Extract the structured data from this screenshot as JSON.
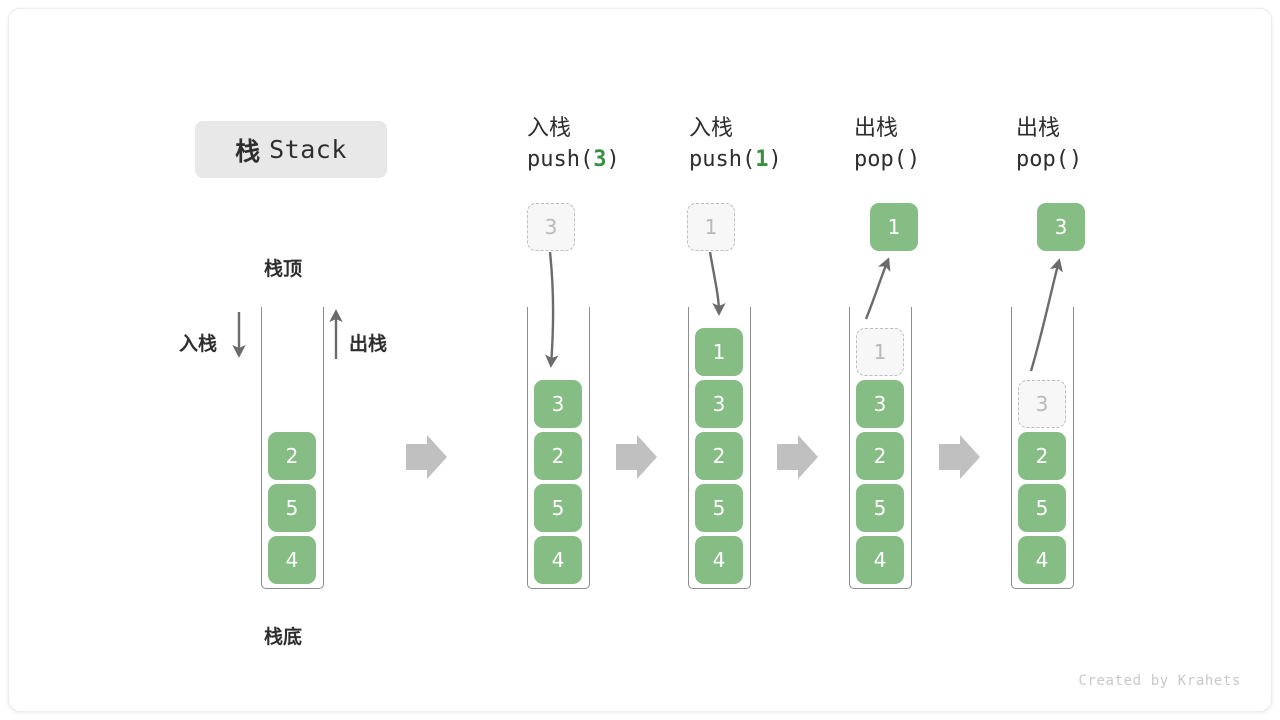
{
  "title": {
    "cn": "栈",
    "en": "Stack"
  },
  "labels": {
    "top": "栈顶",
    "bottom": "栈底",
    "push_side": "入栈",
    "pop_side": "出栈"
  },
  "footer": "Created by Krahets",
  "colors": {
    "element": "#86bd85",
    "element_text": "#ffffff",
    "ghost_fill": "#f7f7f7",
    "ghost_border": "#bdbdbd",
    "ghost_text": "#b9b9b9",
    "badge_bg": "#e8e8e8",
    "arrow_gray": "#c0c0c0",
    "stroke": "#8c8c8c",
    "accent_green": "#3a8f43",
    "text": "#2e2e2e"
  },
  "stages": [
    {
      "id": "initial",
      "op_cn": "",
      "op_code": "",
      "code_prefix": "",
      "code_arg": "",
      "code_suffix": "",
      "stack": [
        "2",
        "5",
        "4"
      ],
      "floating": null,
      "ghost_in_stack": null
    },
    {
      "id": "push-3",
      "op_cn": "入栈",
      "op_code": "push(3)",
      "code_prefix": "push(",
      "code_arg": "3",
      "code_suffix": ")",
      "stack": [
        "3",
        "2",
        "5",
        "4"
      ],
      "floating": {
        "value": "3",
        "style": "ghost"
      },
      "ghost_in_stack": null
    },
    {
      "id": "push-1",
      "op_cn": "入栈",
      "op_code": "push(1)",
      "code_prefix": "push(",
      "code_arg": "1",
      "code_suffix": ")",
      "stack": [
        "1",
        "3",
        "2",
        "5",
        "4"
      ],
      "floating": {
        "value": "1",
        "style": "ghost"
      },
      "ghost_in_stack": null
    },
    {
      "id": "pop-1",
      "op_cn": "出栈",
      "op_code": "pop()",
      "code_prefix": "pop(",
      "code_arg": "",
      "code_suffix": ")",
      "stack": [
        "3",
        "2",
        "5",
        "4"
      ],
      "floating": {
        "value": "1",
        "style": "solid"
      },
      "ghost_in_stack": "1"
    },
    {
      "id": "pop-3",
      "op_cn": "出栈",
      "op_code": "pop()",
      "code_prefix": "pop(",
      "code_arg": "",
      "code_suffix": ")",
      "stack": [
        "2",
        "5",
        "4"
      ],
      "floating": {
        "value": "3",
        "style": "solid"
      },
      "ghost_in_stack": "3"
    }
  ]
}
